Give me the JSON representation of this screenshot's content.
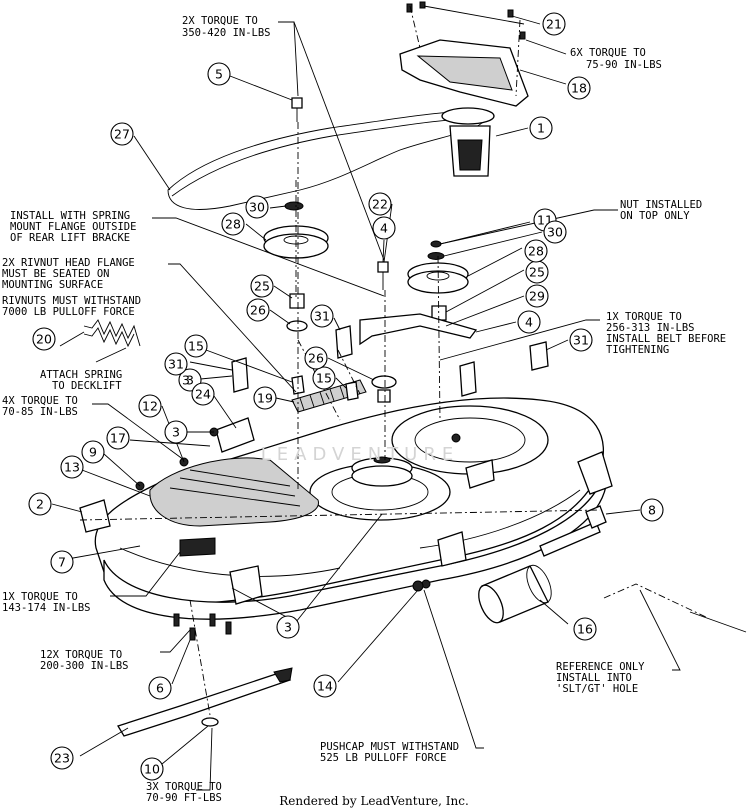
{
  "callouts": [
    {
      "num": "1"
    },
    {
      "num": "2"
    },
    {
      "num": "3"
    },
    {
      "num": "3"
    },
    {
      "num": "3"
    },
    {
      "num": "3"
    },
    {
      "num": "4"
    },
    {
      "num": "4"
    },
    {
      "num": "5"
    },
    {
      "num": "6"
    },
    {
      "num": "7"
    },
    {
      "num": "8"
    },
    {
      "num": "9"
    },
    {
      "num": "10"
    },
    {
      "num": "11"
    },
    {
      "num": "12"
    },
    {
      "num": "13"
    },
    {
      "num": "14"
    },
    {
      "num": "15"
    },
    {
      "num": "15"
    },
    {
      "num": "16"
    },
    {
      "num": "17"
    },
    {
      "num": "18"
    },
    {
      "num": "19"
    },
    {
      "num": "20"
    },
    {
      "num": "21"
    },
    {
      "num": "22"
    },
    {
      "num": "23"
    },
    {
      "num": "24"
    },
    {
      "num": "25"
    },
    {
      "num": "25"
    },
    {
      "num": "26"
    },
    {
      "num": "26"
    },
    {
      "num": "27"
    },
    {
      "num": "28"
    },
    {
      "num": "28"
    },
    {
      "num": "29"
    },
    {
      "num": "30"
    },
    {
      "num": "30"
    },
    {
      "num": "31"
    },
    {
      "num": "31"
    },
    {
      "num": "31"
    }
  ],
  "notes": {
    "torque_2x": [
      "2X TORQUE TO",
      "350-420 IN-LBS"
    ],
    "torque_6x": [
      "6X TORQUE TO",
      "75-90 IN-LBS"
    ],
    "nut_installed": [
      "NUT INSTALLED",
      "ON TOP ONLY"
    ],
    "install_spring": [
      "INSTALL WITH SPRING",
      "MOUNT FLANGE OUTSIDE",
      "OF REAR LIFT BRACKE"
    ],
    "rivnut": [
      "2X RIVNUT HEAD FLANGE",
      "MUST BE SEATED ON",
      "MOUNTING SURFACE",
      "RIVNUTS MUST WITHSTAND",
      "7000 LB PULLOFF FORCE"
    ],
    "torque_1x_belt": [
      "1X TORQUE TO",
      "256-313 IN-LBS",
      "INSTALL BELT BEFORE",
      "TIGHTENING"
    ],
    "attach_spring": [
      "ATTACH SPRING",
      "TO DECKLIFT"
    ],
    "torque_4x": [
      "4X TORQUE TO",
      "70-85 IN-LBS"
    ],
    "torque_1x": [
      "1X TORQUE TO",
      "143-174 IN-LBS"
    ],
    "torque_12x": [
      "12X TORQUE TO",
      "200-300 IN-LBS"
    ],
    "reference_only": [
      "REFERENCE ONLY",
      "INSTALL INTO",
      "'SLT/GT' HOLE"
    ],
    "pushcap": [
      "PUSHCAP MUST WITHSTAND",
      "525 LB PULLOFF FORCE"
    ],
    "torque_3x": [
      "3X TORQUE TO",
      "70-90 FT-LBS"
    ]
  },
  "watermark": "LEADVENTURE",
  "footer": "Rendered by LeadVenture, Inc."
}
